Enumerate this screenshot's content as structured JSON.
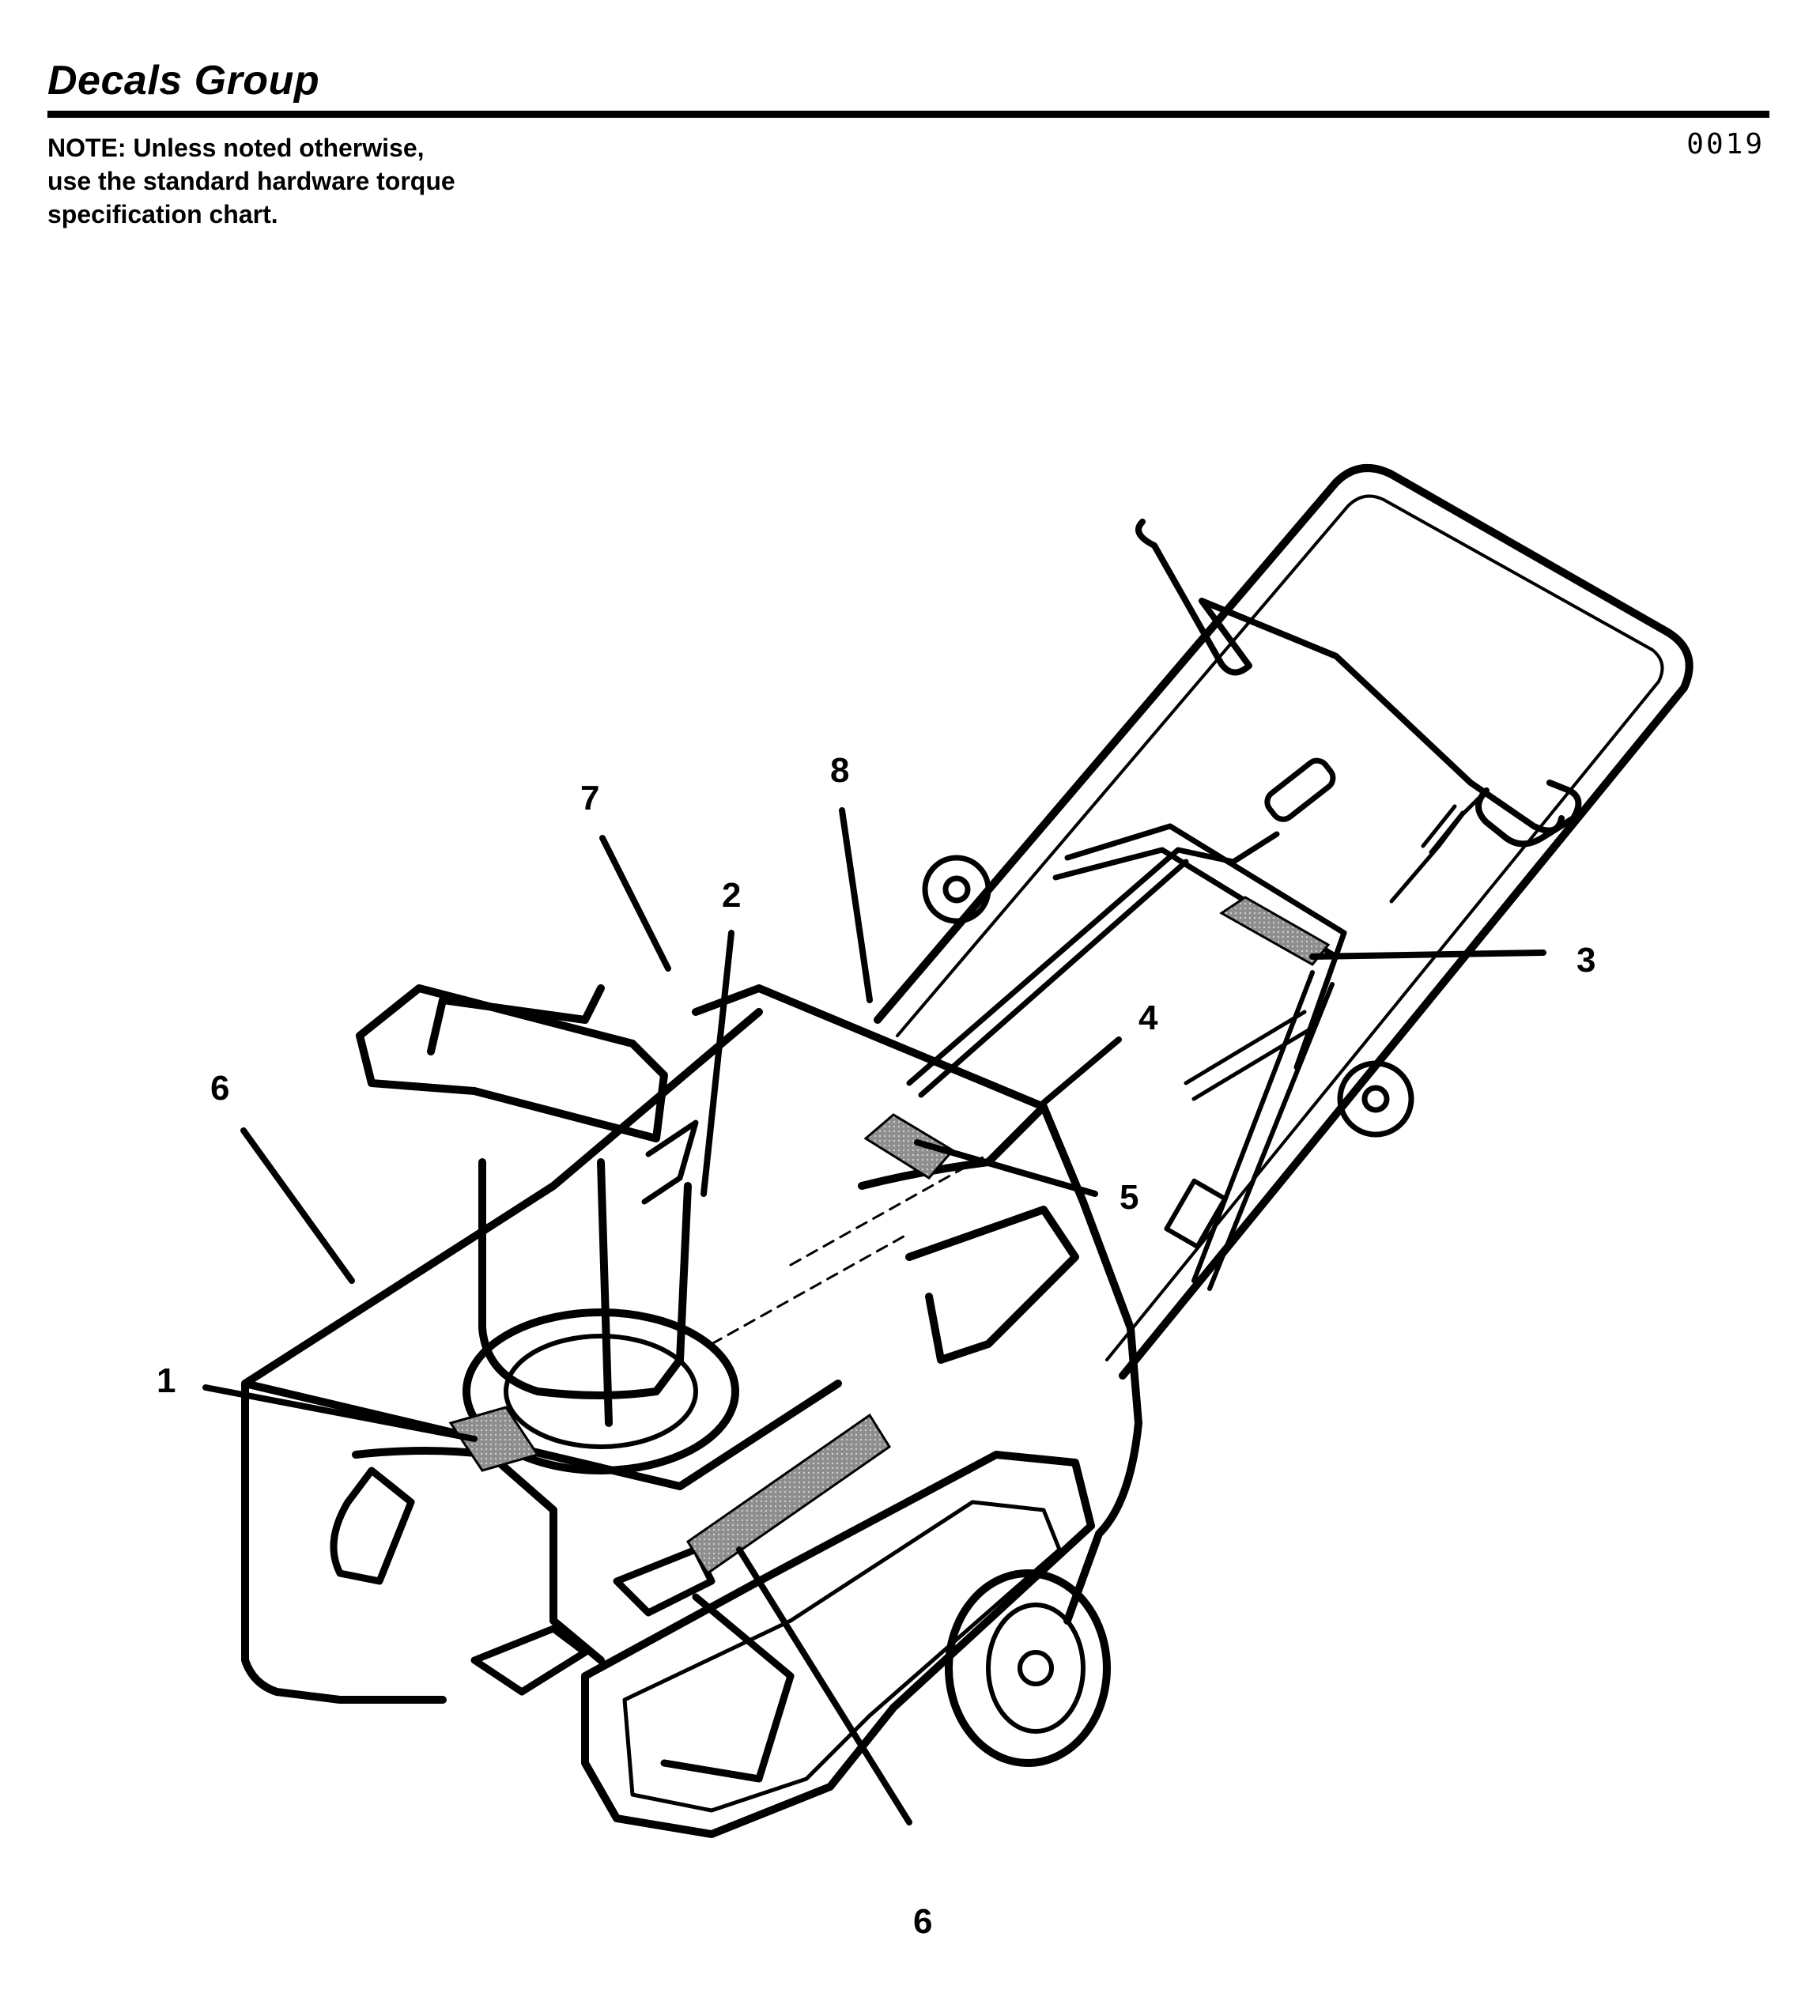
{
  "header": {
    "title": "Decals Group",
    "figure_id": "0019"
  },
  "note": {
    "lines": [
      "NOTE: Unless noted otherwise,",
      "use the standard hardware torque",
      "specification chart."
    ]
  },
  "callouts": [
    {
      "number": "1",
      "part": "decal"
    },
    {
      "number": "2",
      "part": "decal"
    },
    {
      "number": "3",
      "part": "decal"
    },
    {
      "number": "4",
      "part": "decal"
    },
    {
      "number": "5",
      "part": "decal"
    },
    {
      "number": "6",
      "part": "decal"
    },
    {
      "number": "6",
      "part": "decal"
    },
    {
      "number": "7",
      "part": "decal"
    },
    {
      "number": "8",
      "part": "decal"
    }
  ],
  "colors": {
    "ink": "#000000",
    "decal_fill": "#9a9a9a",
    "paper": "#ffffff"
  },
  "illustration": {
    "subject": "single-stage snow thrower",
    "icon": "snow-thrower-illustration"
  }
}
